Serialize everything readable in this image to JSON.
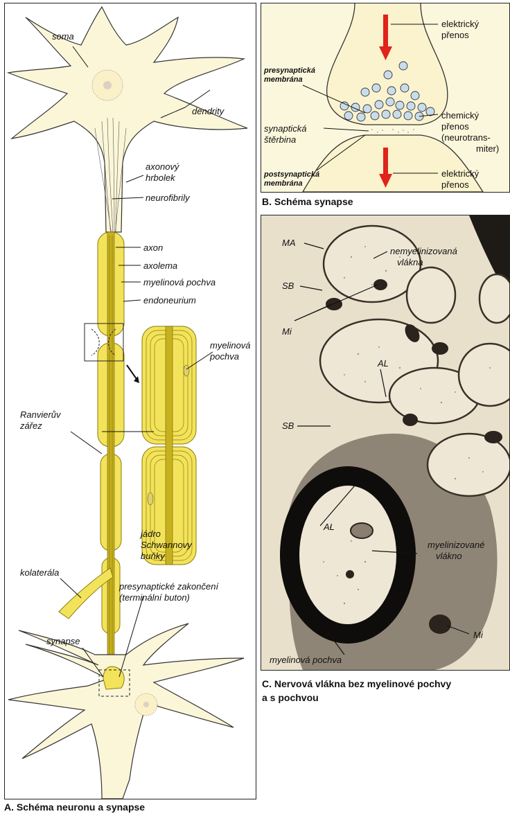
{
  "panel_a": {
    "caption": "A. Schéma neuronu a synapse",
    "labels": {
      "soma": "soma",
      "dendrity": "dendrity",
      "axonovy_hrbolek_1": "axonový",
      "axonovy_hrbolek_2": "hrbolek",
      "neurofibrily": "neurofibrily",
      "axon": "axon",
      "axolema": "axolema",
      "myelinova_pochva": "myelinová pochva",
      "endoneurium": "endoneurium",
      "inset_myelinova_1": "myelinová",
      "inset_myelinova_2": "pochva",
      "ranvieruv_1": "Ranvierův",
      "ranvieruv_2": "zářez",
      "jadro_1": "jádro",
      "jadro_2": "Schwannovy",
      "jadro_3": "buňky",
      "kolaterala": "kolaterála",
      "presynapticke_1": "presynaptické zakončení",
      "presynapticke_2": "(terminální buton)",
      "synapse": "synapse"
    }
  },
  "panel_b": {
    "caption": "B. Schéma synapse",
    "labels": {
      "elektricky_top_1": "elektrický",
      "elektricky_top_2": "přenos",
      "presynapticka_1": "presynaptická",
      "presynapticka_2": "membrána",
      "chemicky_1": "chemický",
      "chemicky_2": "přenos",
      "chemicky_3": "(neurotrans-",
      "chemicky_4": "miter)",
      "synapticka_1": "synaptická",
      "synapticka_2": "štěrbina",
      "postsynapticka_1": "postsynaptická",
      "postsynapticka_2": "membrána",
      "elektricky_bot_1": "elektrický",
      "elektricky_bot_2": "přenos"
    }
  },
  "panel_c": {
    "caption_1": "C. Nervová vlákna bez myelinové pochvy",
    "caption_2": "a s pochvou",
    "labels": {
      "ma": "MA",
      "nemyelinizovana_1": "nemyelinizovaná",
      "nemyelinizovana_2": "vlákna",
      "sb_1": "SB",
      "mi_1": "Mi",
      "al_1": "AL",
      "sb_2": "SB",
      "al_2": "AL",
      "myelinizovane_1": "myelinizované",
      "myelinizovane_2": "vlákno",
      "mi_2": "Mi",
      "myelinova_pochva": "myelinová pochva"
    }
  },
  "colors": {
    "cell_fill": "#fbf6d8",
    "axon_yellow": "#f3e35a",
    "axon_dark": "#c7b21e",
    "arrow_red": "#e0231b",
    "vesicle": "#c9dde9",
    "micrograph_bg": "#e9e0cc"
  }
}
